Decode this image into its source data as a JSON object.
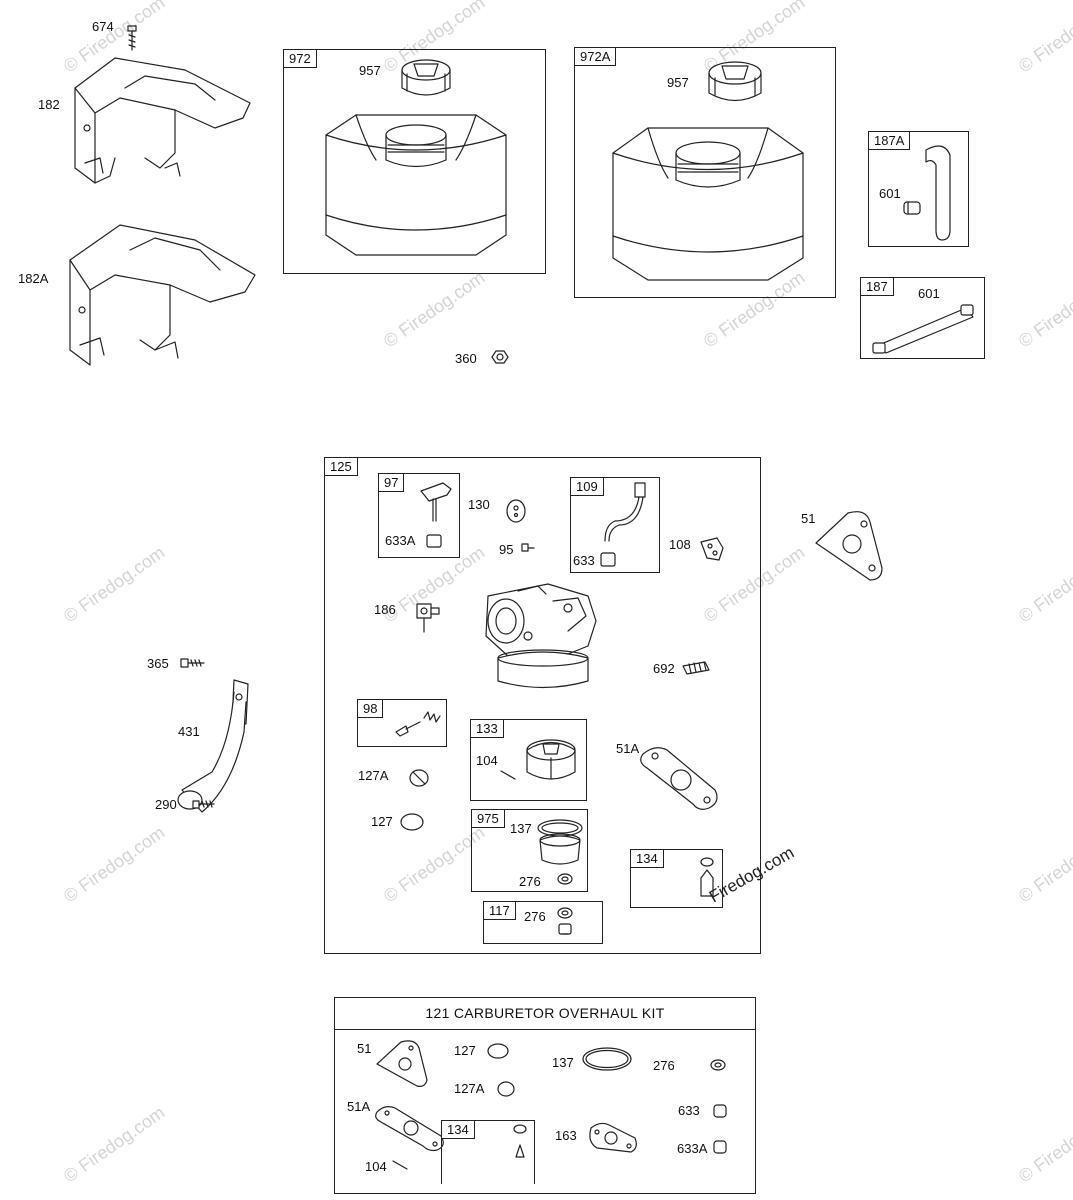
{
  "watermark": "© Firedog.com",
  "brand_mark": "Firedog.com",
  "callouts": {
    "p674": "674",
    "p182": "182",
    "p182A": "182A",
    "p360": "360",
    "p957a": "957",
    "p957b": "957",
    "p601a": "601",
    "p601b": "601",
    "p51": "51",
    "p365": "365",
    "p431": "431",
    "p290": "290",
    "p130": "130",
    "p95": "95",
    "p108": "108",
    "p186": "186",
    "p692": "692",
    "p127A": "127A",
    "p127": "127",
    "p51A": "51A",
    "p633A": "633A",
    "p633": "633",
    "p104": "104",
    "p137": "137",
    "p276a": "276",
    "p276b": "276"
  },
  "boxes": {
    "b972": "972",
    "b972A": "972A",
    "b187A": "187A",
    "b187": "187",
    "b125": "125",
    "b97": "97",
    "b109": "109",
    "b98": "98",
    "b133": "133",
    "b975": "975",
    "b134": "134",
    "b117": "117"
  },
  "kit": {
    "title": "121 CARBURETOR OVERHAUL KIT",
    "labels": {
      "k51": "51",
      "k127": "127",
      "k137": "137",
      "k276": "276",
      "k127A": "127A",
      "k51A": "51A",
      "k633": "633",
      "k134": "134",
      "k163": "163",
      "k633A": "633A",
      "k104": "104"
    }
  }
}
